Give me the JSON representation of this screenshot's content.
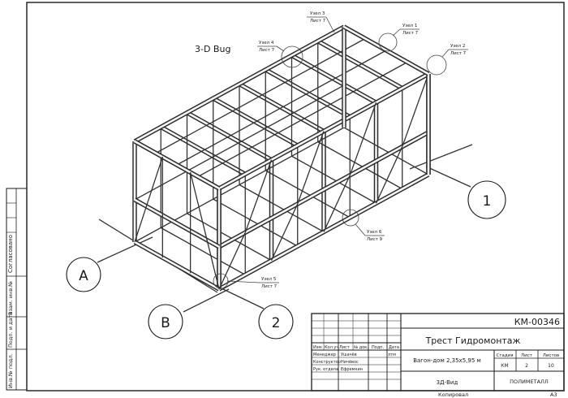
{
  "view_title": "3-D Bug",
  "node_callouts": [
    {
      "id": "n3",
      "top": "Узел 3",
      "bottom": "Лист 7"
    },
    {
      "id": "n1",
      "top": "Узел 1",
      "bottom": "Лист 7"
    },
    {
      "id": "n4a",
      "top": "Узел 4",
      "bottom": "Лист 7"
    },
    {
      "id": "n2",
      "top": "Узел 2",
      "bottom": "Лист 7"
    },
    {
      "id": "n6",
      "top": "Узел 6",
      "bottom": "Лист 9"
    },
    {
      "id": "n5",
      "top": "Узел 5",
      "bottom": "Лист 7"
    }
  ],
  "axis_markers": [
    "A",
    "B",
    "1",
    "2"
  ],
  "side_stamp": {
    "top_label": "Согласовано",
    "bottom_labels": [
      "Инв.№ подл.",
      "Подп. и дата",
      "Взам. инв.№"
    ]
  },
  "title_block": {
    "doc_code": "КМ-00346",
    "organization": "Трест Гидромонтаж",
    "headers": [
      "Изм.",
      "Кол.уч",
      "Лист",
      "№ док.",
      "Подп.",
      "Дата"
    ],
    "signatures": [
      {
        "role": "Менеджер",
        "name": "Ушачёв"
      },
      {
        "role": "Конструктор",
        "name": "Ничёвос"
      },
      {
        "role": "Рук. отдела",
        "name": "Ефремкин"
      }
    ],
    "sign_mark": "лтм",
    "object_name": "Вагон-дом 2,35х5,95 м",
    "sheet_name": "3Д-Вид",
    "stage_header": "Стадия",
    "sheet_header": "Лист",
    "sheets_header": "Листов",
    "stage": "КМ",
    "sheet": "2",
    "sheets": "10",
    "company": "ПОЛИМЕТАЛЛ",
    "copied_label": "Копировал",
    "format": "A3"
  }
}
